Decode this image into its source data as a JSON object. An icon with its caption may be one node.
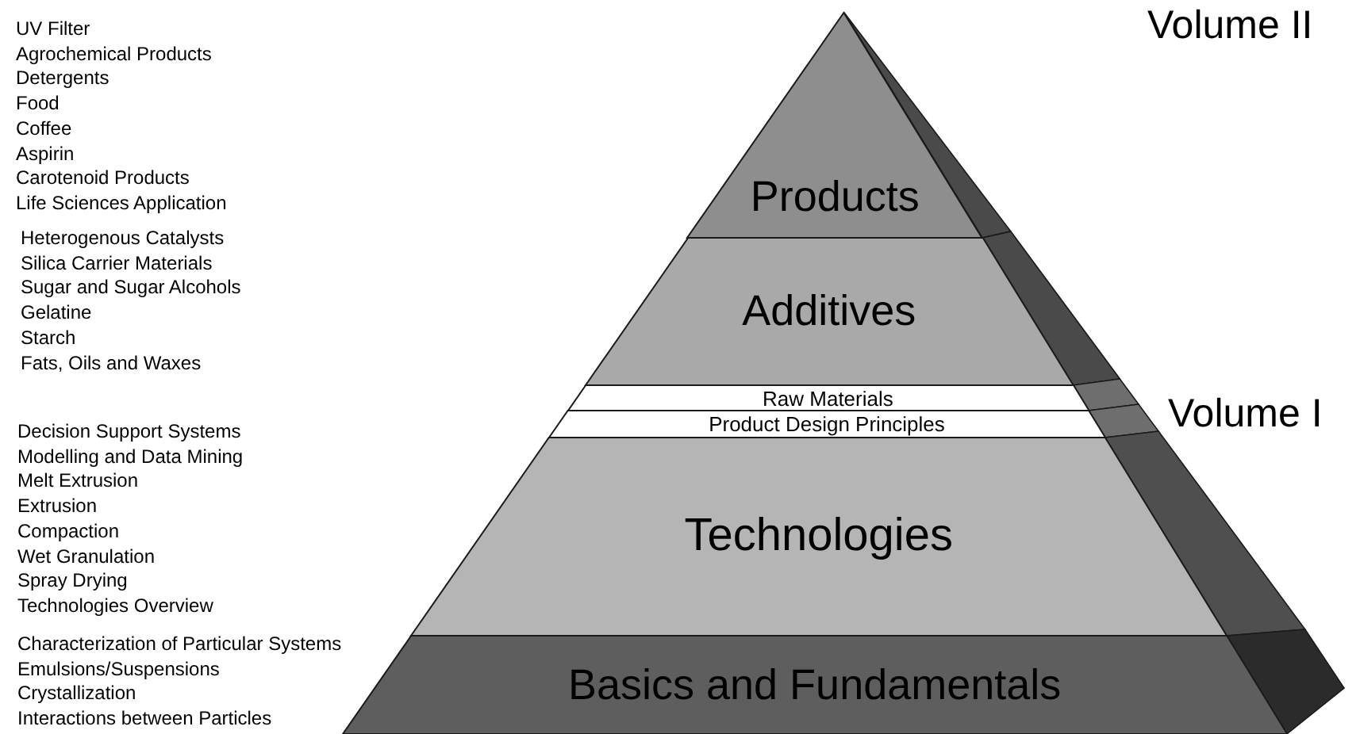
{
  "diagram": {
    "nodes": [
      {
        "text": [
          "Products"
        ]
      },
      {
        "text": [
          "Additives"
        ]
      },
      {
        "text": [
          "Raw Materials"
        ]
      },
      {
        "text": [
          "Product Design Principles"
        ]
      },
      {
        "text": [
          "Technologies"
        ]
      },
      {
        "text": [
          "Basics and Fundamentals"
        ]
      }
    ],
    "labels": [
      "UV Filter",
      "Agrochemical Products",
      "Detergents",
      "Food",
      "Coffee",
      "Aspirin",
      "Carotenoid Products",
      "Life Sciences Application",
      "Heterogenous Catalysts",
      "Silica Carrier Materials",
      "Sugar and Sugar Alcohols",
      "Gelatine",
      "Starch",
      "Fats, Oils and Waxes",
      "Decision Support Systems",
      "Modelling and Data Mining",
      "Melt Extrusion",
      "Extrusion",
      "Compaction",
      "Wet Granulation",
      "Spray Drying",
      "Technologies Overview",
      "Characterization of Particular Systems",
      "Emulsions/Suspensions",
      "Crystallization",
      "Interactions between Particles",
      "Volume II",
      "Volume I"
    ]
  }
}
